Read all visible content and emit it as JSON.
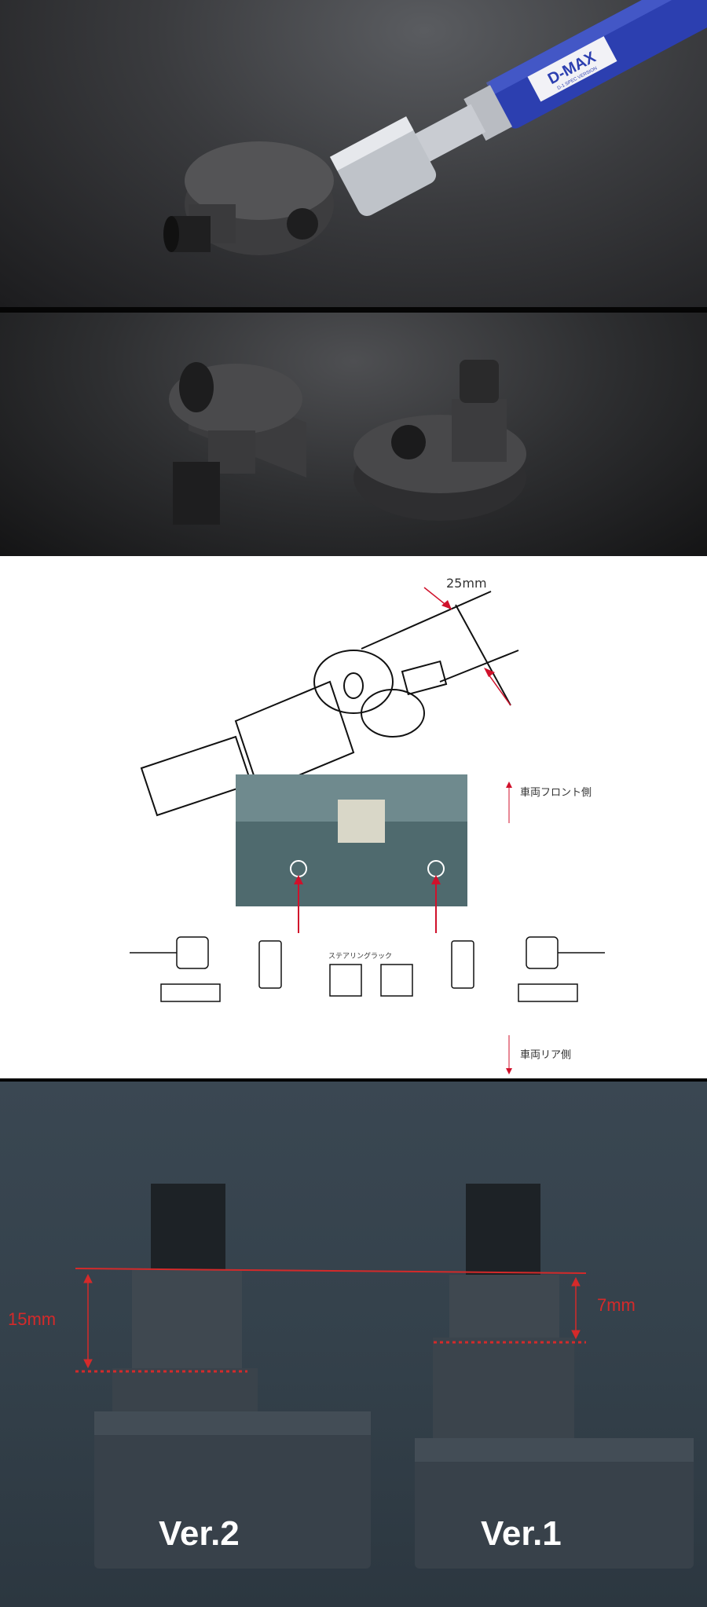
{
  "photo1": {
    "brand_label": "D-MAX",
    "brand_sub": "D-1 SPEC VERSION",
    "colors": {
      "rod": "#2c3fb0",
      "metal": "#4a4a4c"
    }
  },
  "diagram": {
    "dimension": "25mm",
    "front_label": "車両フロント側",
    "rear_label": "車両リア側",
    "rack_label": "ステアリングラック",
    "accent": "#d0112b"
  },
  "comparison": {
    "left_label": "Ver.2",
    "right_label": "Ver.1",
    "left_dim": "15mm",
    "right_dim": "7mm",
    "line_color": "#d42a2a"
  }
}
